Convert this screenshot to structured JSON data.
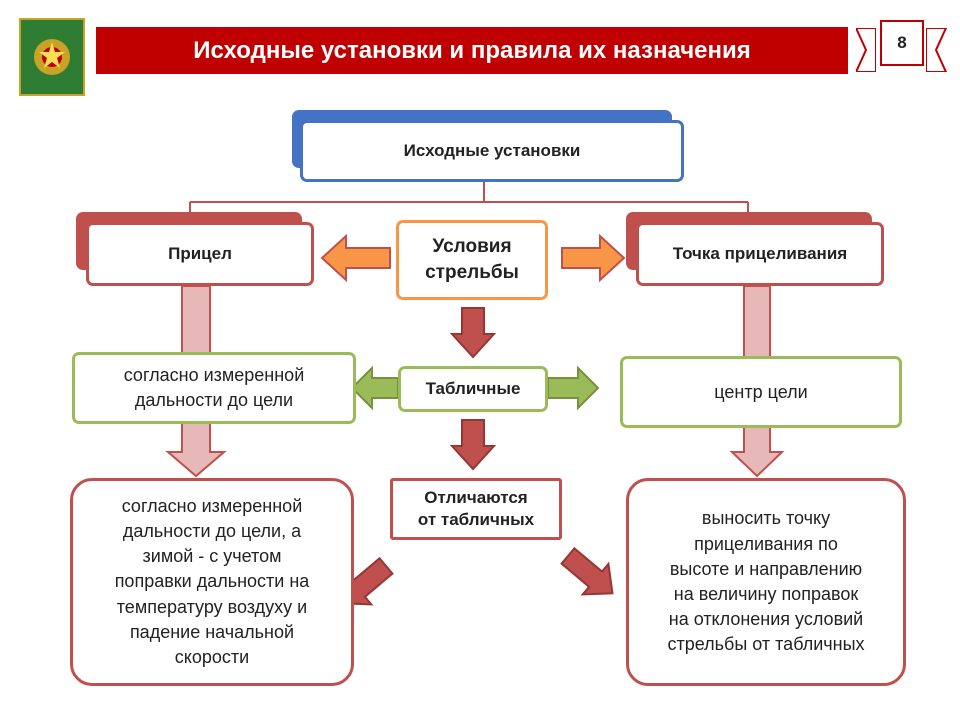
{
  "header": {
    "title": "Исходные установки и правила их назначения",
    "page_number": "8"
  },
  "diagram": {
    "root": "Исходные установки",
    "left_head": "Прицел",
    "center_head_line1": "Условия",
    "center_head_line2": "стрельбы",
    "right_head": "Точка прицеливания",
    "left_mid_line1": "согласно измеренной",
    "left_mid_line2": "дальности до цели",
    "center_mid": "Табличные",
    "right_mid": "центр цели",
    "center_low_line1": "Отличаются",
    "center_low_line2": "от табличных",
    "left_bottom": [
      "согласно измеренной",
      "дальности до цели, а",
      "зимой - с учетом",
      "поправки дальности на",
      "температуру воздуху и",
      "падение начальной",
      "скорости"
    ],
    "right_bottom": [
      "выносить точку",
      "прицеливания по",
      "высоте и направлению",
      "на величину поправок",
      "на отклонения условий",
      "стрельбы от табличных"
    ]
  },
  "colors": {
    "banner": "#c00000",
    "blue": "#4472c4",
    "red": "#c0504d",
    "orange": "#f79646",
    "green": "#9bbb59",
    "emblem_green": "#2e7d32"
  }
}
